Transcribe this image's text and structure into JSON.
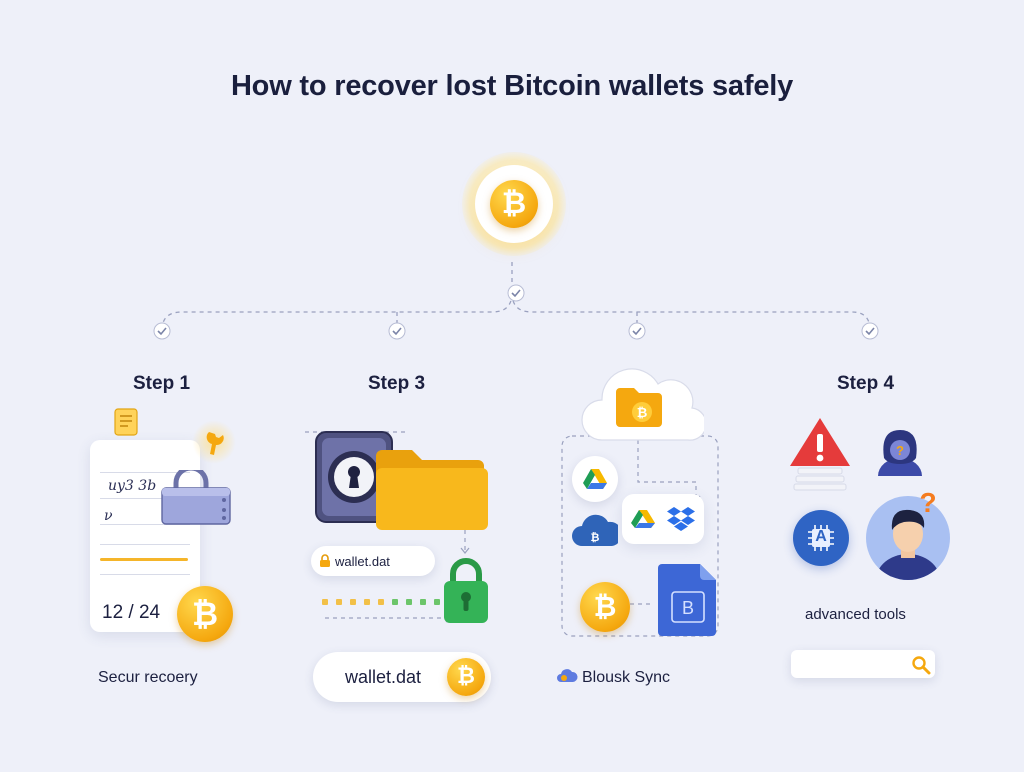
{
  "title": "How to recover lost Bitcoin wallets safely",
  "hub_icon": "bitcoin-coin-icon",
  "steps": [
    {
      "label": "Step 1",
      "seed_count": "12 / 24",
      "caption": "Secur recoery",
      "note_lines": [
        "uy3 3b",
        "ν"
      ]
    },
    {
      "label": "Step 3",
      "file_label": "wallet.dat",
      "pill_label": "wallet.dat"
    },
    {
      "label": "",
      "caption": "Blousk Sync"
    },
    {
      "label": "Step 4",
      "caption": "advanced tools",
      "badge_letter": "A"
    }
  ],
  "colors": {
    "accent": "#f5a80f",
    "background": "#eef0f9",
    "connector": "#9aa1bf",
    "lock_green": "#2fa84f",
    "alert_red": "#e53b3b",
    "folder": "#f8b81c",
    "doc_blue": "#3d67d6"
  }
}
